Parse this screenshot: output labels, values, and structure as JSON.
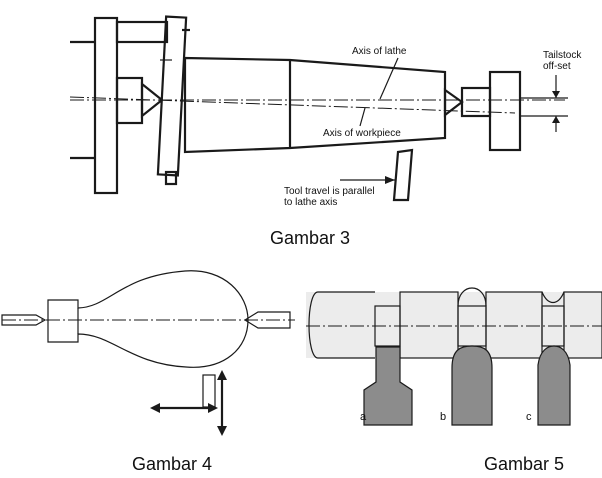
{
  "figure3": {
    "caption": "Gambar 3",
    "labels": {
      "axis_of_lathe": "Axis of lathe",
      "axis_of_workpiece": "Axis of workpiece",
      "tailstock_line1": "Tailstock",
      "tailstock_line2": "off-set",
      "tool_travel_line1": "Tool travel is parallel",
      "tool_travel_line2": "to lathe axis"
    }
  },
  "figure4": {
    "caption": "Gambar 4"
  },
  "figure5": {
    "caption": "Gambar 5",
    "tool_labels": [
      "a",
      "b",
      "c"
    ]
  },
  "colors": {
    "line": "#1a1a1a",
    "tool_fill": "#8c8c8c",
    "workpiece_shade": "#e9e9e9"
  }
}
